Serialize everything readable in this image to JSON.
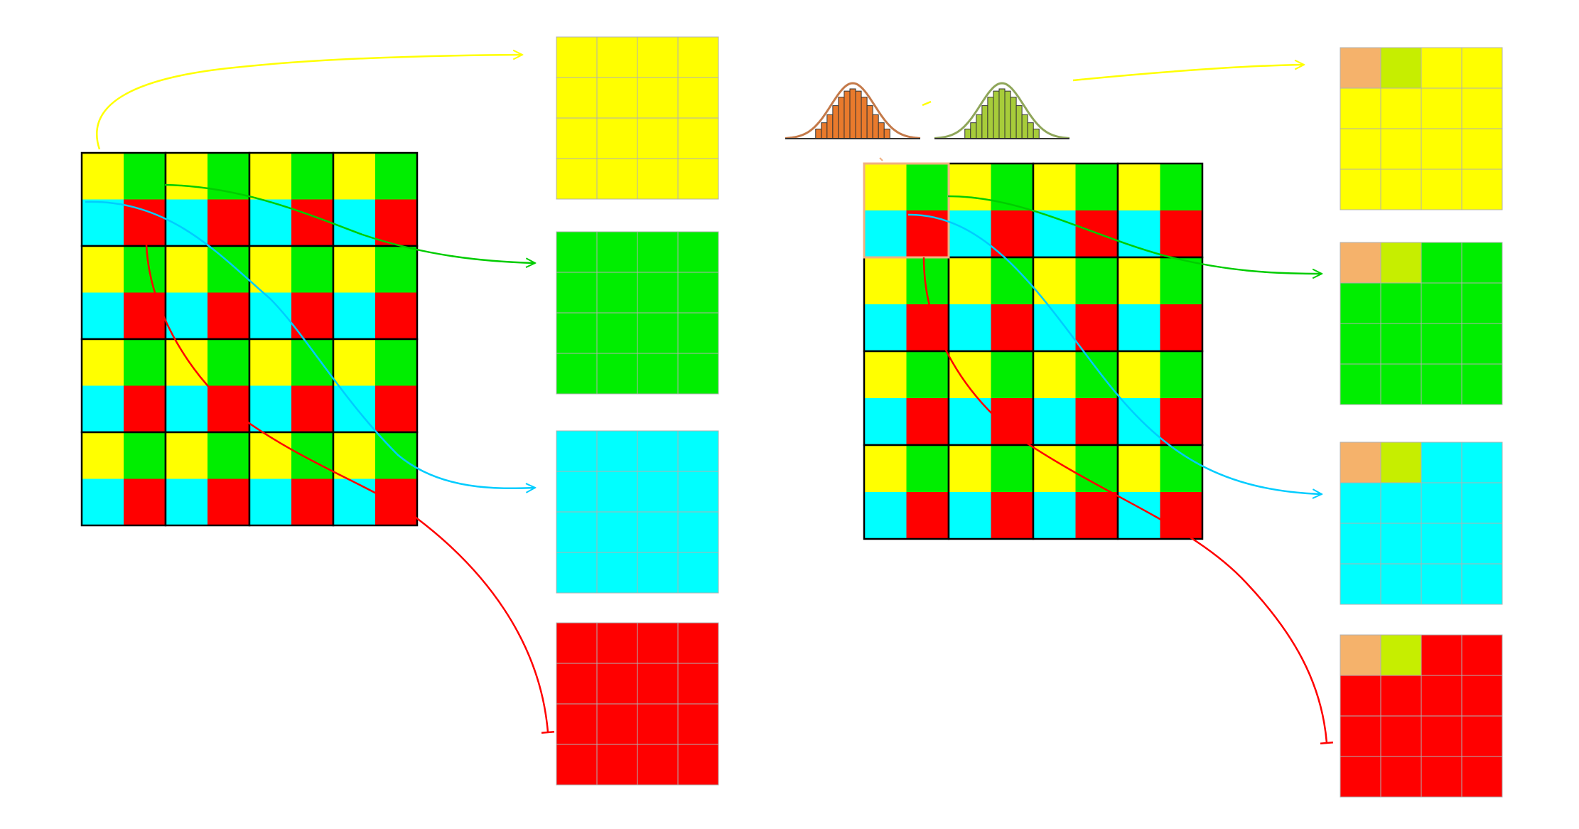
{
  "colors": {
    "yellow": "#ffff00",
    "green": "#00ee00",
    "cyan": "#00ffff",
    "red": "#ff0000",
    "orange_pixel": "#f5b26b",
    "lime_pixel": "#c6ee00",
    "histogram_orange": "#e97a2c",
    "histogram_green": "#a7cc3a",
    "curve_orange": "#c47a4a",
    "curve_green": "#8fa65a",
    "grid_line": "#b0b0b0",
    "block_border": "#000000",
    "highlight_border": "#f0b080"
  },
  "mosaic": {
    "blocks": 4,
    "cell_pattern": [
      [
        "yellow",
        "green"
      ],
      [
        "cyan",
        "red"
      ]
    ]
  },
  "channel_grids": {
    "size": 4,
    "order": [
      "yellow",
      "green",
      "cyan",
      "red"
    ]
  },
  "left_panel": {
    "corrupted": false
  },
  "right_panel": {
    "corrupted": true,
    "corrupted_cells": [
      {
        "row": 0,
        "col": 0,
        "color": "orange_pixel"
      },
      {
        "row": 0,
        "col": 1,
        "color": "lime_pixel"
      }
    ]
  },
  "histograms": [
    {
      "color": "histogram_orange",
      "curve": "curve_orange"
    },
    {
      "color": "histogram_green",
      "curve": "curve_green"
    }
  ],
  "icons": [
    "arrow-yellow-icon",
    "arrow-green-icon",
    "arrow-cyan-icon",
    "arrow-red-icon",
    "histogram-icon"
  ]
}
